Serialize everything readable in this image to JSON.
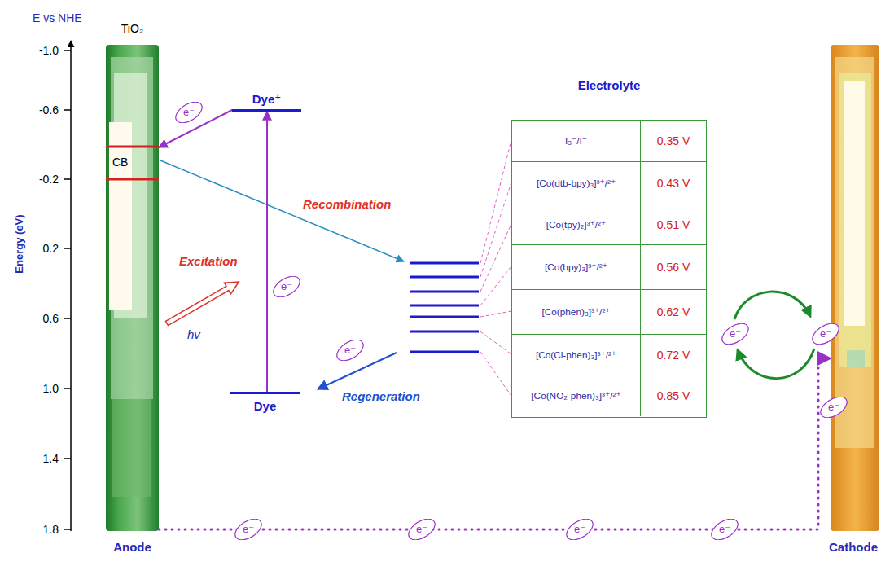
{
  "diagram": {
    "nodes": [
      {
        "text": [
          "TiO₂",
          "CB",
          "Anode"
        ]
      },
      {
        "text": [
          "Dye⁺"
        ]
      },
      {
        "text": [
          "Dye"
        ]
      },
      {
        "text": [
          "Electrolyte"
        ]
      },
      {
        "text": [
          "I₃⁻/I⁻",
          "0.35 V"
        ],
        "in": 3
      },
      {
        "text": [
          "[Co(dtb-bpy)₃]³⁺/²⁺",
          "0.43 V"
        ],
        "in": 3
      },
      {
        "text": [
          "[Co(tpy)₂]³⁺/²⁺",
          "0.51 V"
        ],
        "in": 3
      },
      {
        "text": [
          "[Co(bpy)₃]³⁺/²⁺",
          "0.56 V"
        ],
        "in": 3
      },
      {
        "text": [
          "[Co(phen)₃]³⁺/²⁺",
          "0.62 V"
        ],
        "in": 3
      },
      {
        "text": [
          "[Co(Cl-phen)₃]³⁺/²⁺",
          "0.72 V"
        ],
        "in": 3
      },
      {
        "text": [
          "[Co(NO₂-phen)₃]³⁺/²⁺",
          "0.85 V"
        ],
        "in": 3
      },
      {
        "text": [
          "Cathode"
        ]
      },
      {
        "text": [
          "e⁻"
        ]
      },
      {
        "text": [
          "e⁻"
        ]
      },
      {
        "text": [
          "e⁻"
        ]
      },
      {
        "text": [
          "e⁻"
        ]
      },
      {
        "text": [
          "e⁻"
        ]
      },
      {
        "text": [
          "e⁻"
        ]
      },
      {
        "text": [
          "e⁻"
        ]
      },
      {
        "text": [
          "e⁻"
        ]
      },
      {
        "text": [
          "e⁻"
        ]
      },
      {
        "text": [
          "e⁻"
        ]
      }
    ],
    "edges": [
      {
        "from": 1,
        "to": 0,
        "arrow": "to"
      },
      {
        "from": 2,
        "to": 1,
        "arrow": "to"
      },
      {
        "from": 0,
        "to": 11,
        "arrow": "to"
      }
    ],
    "labels": [
      "E vs NHE",
      "Energy (eV)",
      "-1.0",
      "-0.6",
      "-0.2",
      "0.2",
      "0.6",
      "1.0",
      "1.4",
      "1.8",
      "Excitation",
      "hv",
      "Recombination",
      "Regeneration"
    ]
  }
}
